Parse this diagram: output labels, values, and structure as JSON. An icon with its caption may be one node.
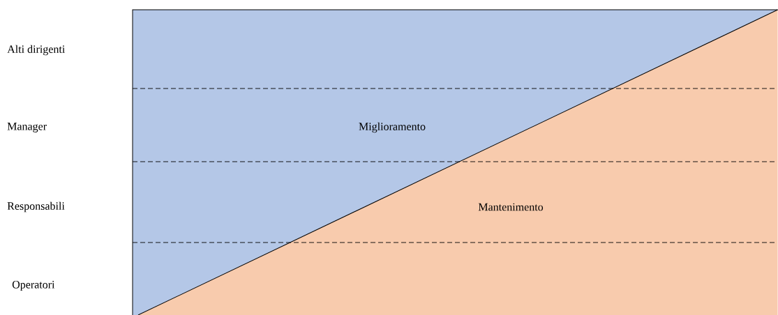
{
  "diagram": {
    "nodes": [
      {
        "text": [
          "Miglioramento"
        ]
      },
      {
        "text": [
          "Mantenimento"
        ]
      }
    ],
    "labels": [
      "Alti dirigenti",
      "Manager",
      "Responsabili",
      "Operatori"
    ]
  }
}
